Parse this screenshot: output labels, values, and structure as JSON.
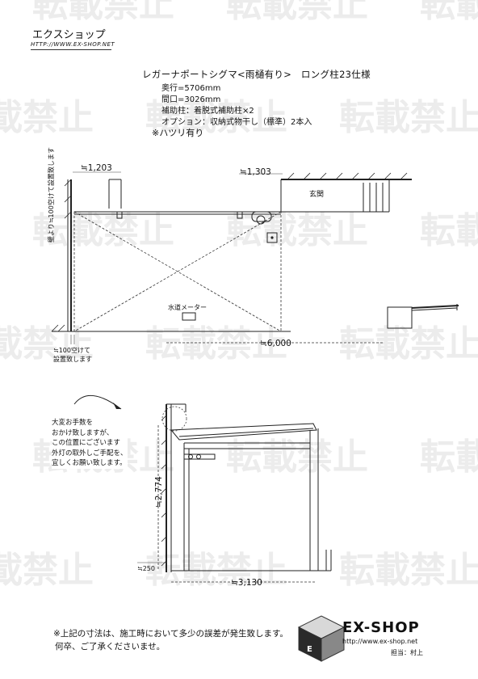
{
  "header": {
    "shop_name": "エクスショップ",
    "shop_url": "HTTP://WWW.EX-SHOP.NET"
  },
  "spec": {
    "title": "レガーナポートシグマ<雨樋有り>　ロング柱23仕様",
    "lines": [
      "奥行=5706mm",
      "間口=3026mm",
      "補助柱：着脱式補助柱×2",
      "オプション：収納式物干し（標準）2本入"
    ],
    "note": "※ハツリ有り"
  },
  "plan": {
    "dim_left": "≒1,203",
    "dim_right": "≒1,303",
    "entrance_label": "玄関",
    "wall_note": "壁より≒100空けて設置致します",
    "meter_label": "水道メーター",
    "bottom_note_lines": [
      "≒100空けて",
      "設置致します"
    ],
    "width_dim": "≒6,000"
  },
  "elevation": {
    "callout_lines": [
      "大変お手数を",
      "おかけ致しますが、",
      "この位置にございます",
      "外灯の取外しご手配を、",
      "宜しくお願い致します。"
    ],
    "height_dim": "≒2,774",
    "base_dim": "≒250",
    "depth_dim": "≒3,130"
  },
  "footer": {
    "note_lines": [
      "※上記の寸法は、施工時において多少の誤差が発生致します。",
      "何卒、ご了承くださいませ。"
    ],
    "logo_text": "EX-SHOP",
    "logo_url": "http://www.ex-shop.net",
    "staff": "担当：村上"
  },
  "watermark": {
    "text": "転載禁止"
  }
}
